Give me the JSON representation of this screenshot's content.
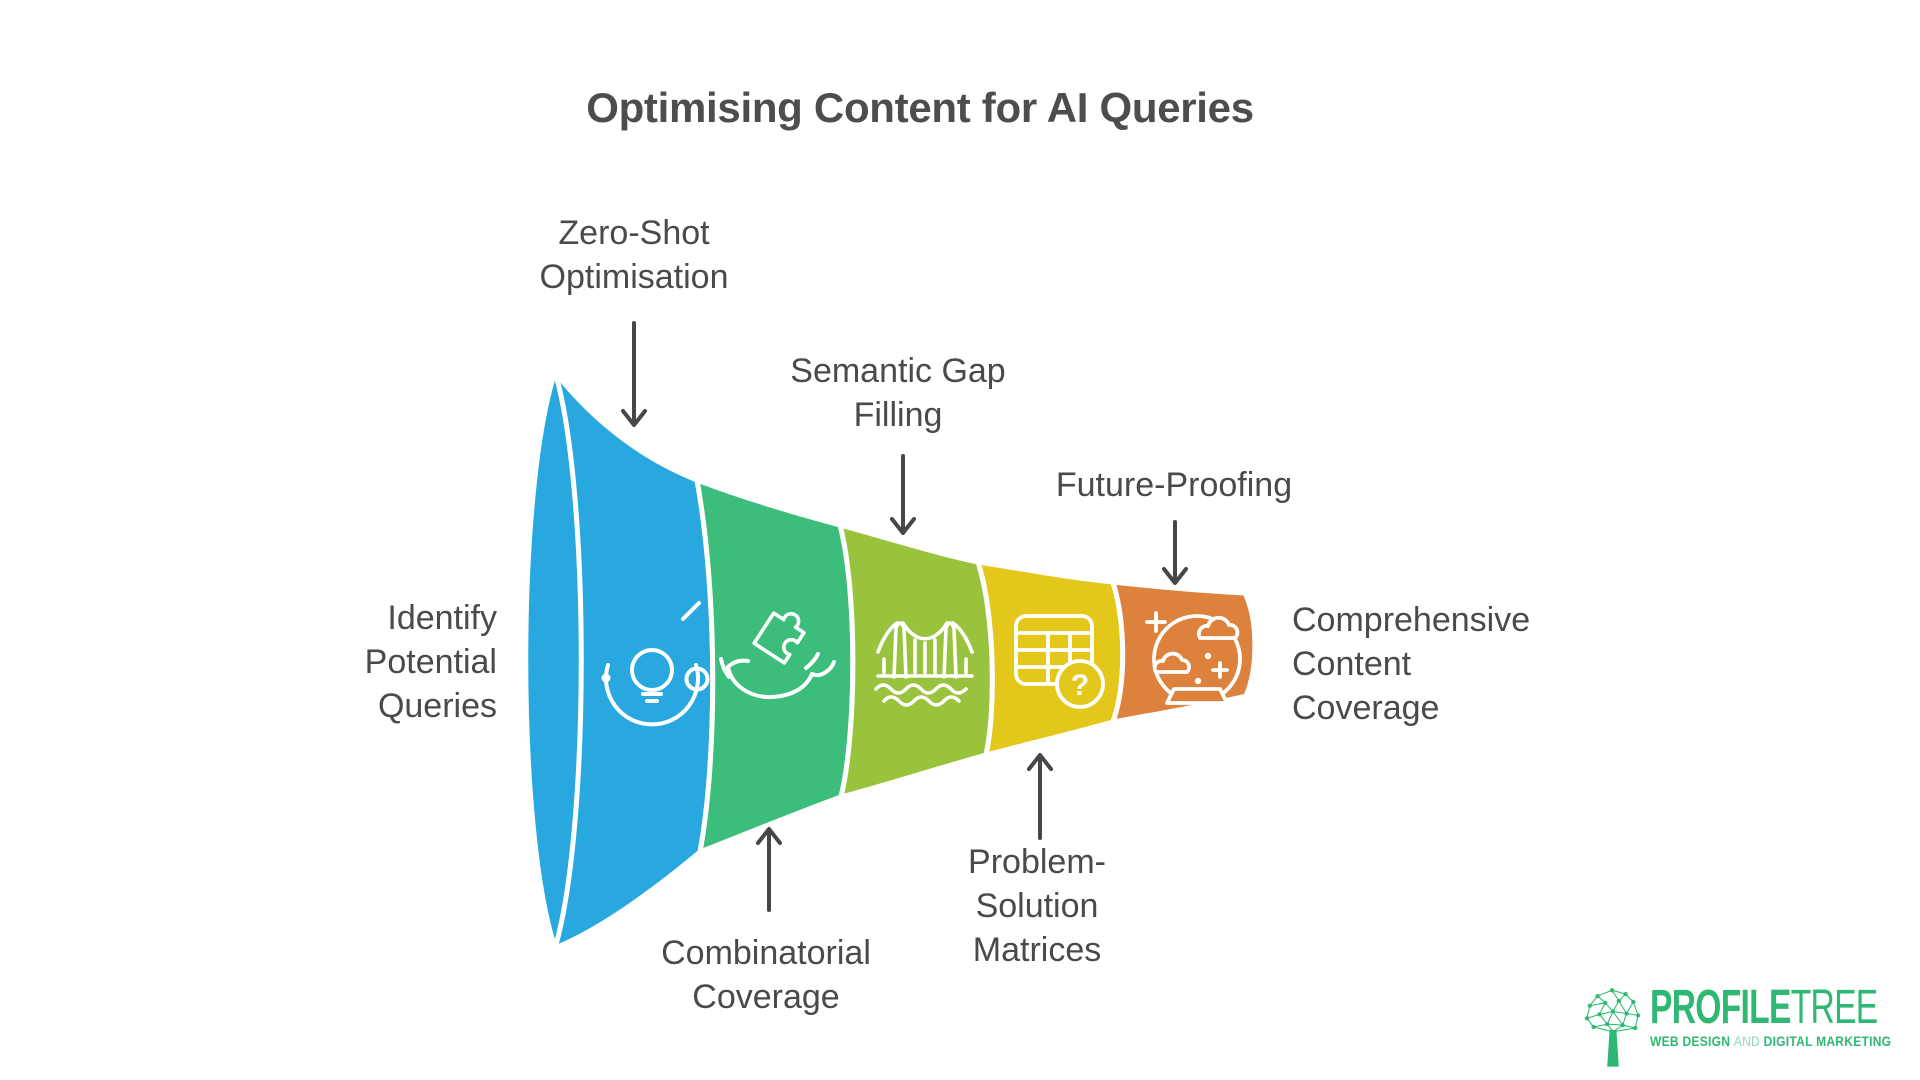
{
  "title": "Optimising Content for AI Queries",
  "colors": {
    "arrow": "#474747",
    "label_text": "#4a4a4a",
    "background": "#ffffff",
    "logo_green": "#2FB873"
  },
  "funnel": {
    "input_label_lines": [
      "Identify",
      "Potential",
      "Queries"
    ],
    "output_label_lines": [
      "Comprehensive",
      "Content",
      "Coverage"
    ],
    "question_mark": "?",
    "stages": [
      {
        "label_lines": [
          "Zero-Shot",
          "Optimisation"
        ],
        "color": "#29A8E0",
        "icon": "lightbulb-idea",
        "label_position": "above"
      },
      {
        "label_lines": [
          "Combinatorial",
          "Coverage"
        ],
        "color": "#3CBD7B",
        "icon": "hand-puzzle",
        "label_position": "below"
      },
      {
        "label_lines": [
          "Semantic Gap",
          "Filling"
        ],
        "color": "#99C33D",
        "icon": "bridge",
        "label_position": "above"
      },
      {
        "label_lines": [
          "Problem-",
          "Solution",
          "Matrices"
        ],
        "color": "#E3C71A",
        "icon": "matrix-question",
        "label_position": "below"
      },
      {
        "label_lines": [
          "Future-Proofing"
        ],
        "color": "#DD823C",
        "icon": "crystal-ball",
        "label_position": "above"
      }
    ]
  },
  "logo": {
    "brand_primary": "PROFILE",
    "brand_secondary": "TREE",
    "tagline_bold_1": "WEB DESIGN",
    "tagline_light": "AND",
    "tagline_bold_2": "DIGITAL MARKETING"
  }
}
